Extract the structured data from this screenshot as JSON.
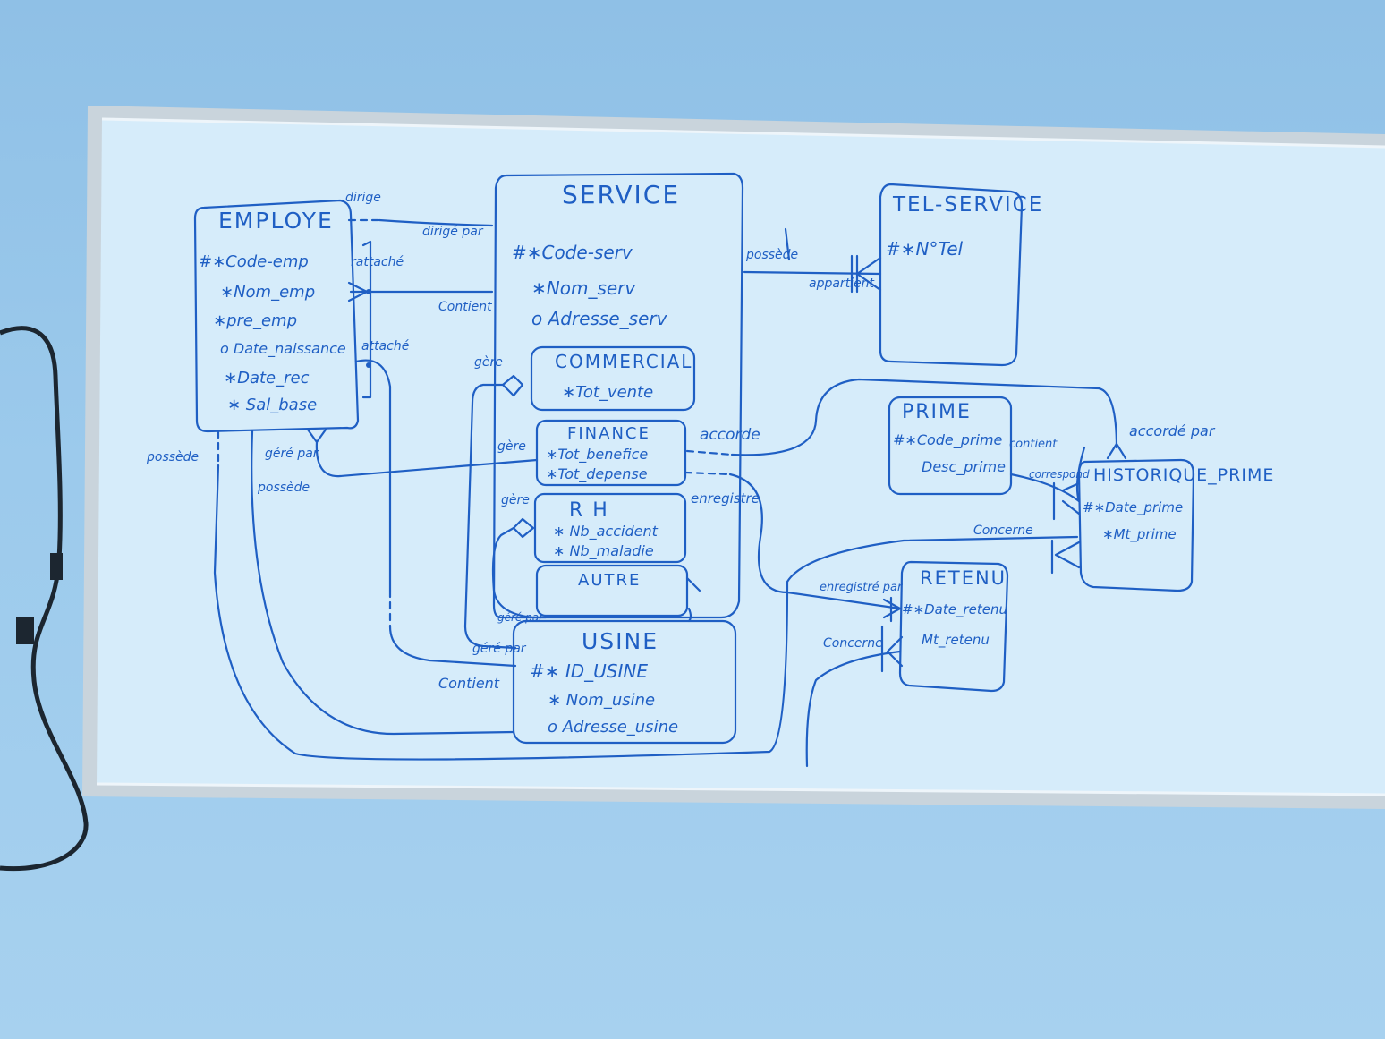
{
  "colors": {
    "ink": "#1f5fc4",
    "board": "#d6ecfa",
    "wall": "#9ccaec",
    "frame": "#c9d4dc",
    "cable": "#1c2630"
  },
  "entities": {
    "employe": {
      "title": "EMPLOYE",
      "attrs": [
        "#∗Code-emp",
        "∗Nom_emp",
        "∗pre_emp",
        "o Date_naissance",
        "∗Date_rec",
        "∗ Sal_base"
      ]
    },
    "service": {
      "title": "SERVICE",
      "attrs": [
        "#∗Code-serv",
        "∗Nom_serv",
        "o Adresse_serv"
      ]
    },
    "commercial": {
      "title": "COMMERCIAL",
      "attrs": [
        "∗Tot_vente"
      ]
    },
    "finance": {
      "title": "FINANCE",
      "attrs": [
        "∗Tot_benefice",
        "∗Tot_depense"
      ]
    },
    "rh": {
      "title": "R H",
      "attrs": [
        "∗ Nb_accident",
        "∗ Nb_maladie"
      ]
    },
    "autre": {
      "title": "AUTRE"
    },
    "usine": {
      "title": "USINE",
      "attrs": [
        "#∗ ID_USINE",
        "∗ Nom_usine",
        "o Adresse_usine"
      ]
    },
    "tel_service": {
      "title": "TEL-SERVICE",
      "attrs": [
        "#∗N°Tel"
      ]
    },
    "prime": {
      "title": "PRIME",
      "attrs": [
        "#∗Code_prime",
        "Desc_prime"
      ]
    },
    "historique_prime": {
      "title": "HISTORIQUE_PRIME",
      "attrs": [
        "#∗Date_prime",
        "∗Mt_prime"
      ]
    },
    "retenu": {
      "title": "RETENU",
      "attrs": [
        "#∗Date_retenu",
        "Mt_retenu"
      ]
    }
  },
  "relations": {
    "dirige": "dirige",
    "dirige_par": "dirigé par",
    "rattache": "rattaché",
    "contient_1": "Contient",
    "attache": "attaché",
    "gere_1": "gère",
    "gere_2": "gère",
    "gere_3": "gère",
    "gere_par_1": "géré par",
    "gere_par_2": "géré par",
    "gere_par_3": "géré par",
    "possede_1": "possède",
    "possede_2": "possède",
    "contient_2": "Contient",
    "possede_3": "possède",
    "appartient": "appartient",
    "accorde": "accorde",
    "accorde_par": "accordé par",
    "enregistre": "enregistre",
    "enregistre_par": "enregistré par",
    "concerne_1": "Concerne",
    "concerne_2": "Concerne",
    "contient_3": "contient",
    "correspond": "correspond"
  }
}
